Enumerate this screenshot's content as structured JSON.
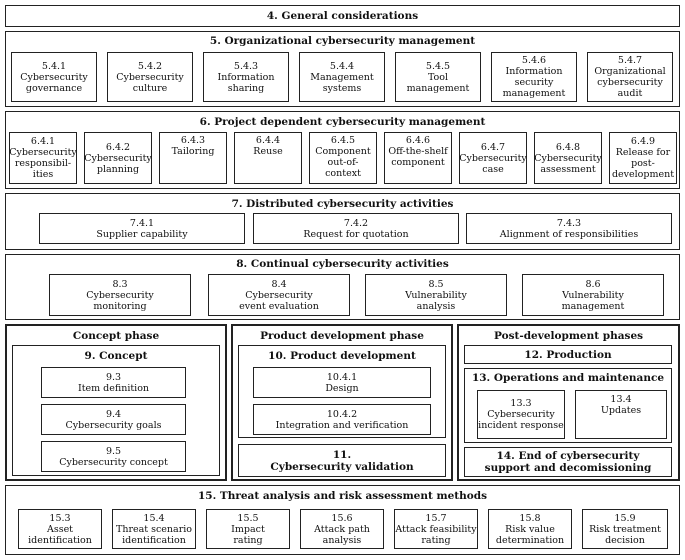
{
  "s4": {
    "title": "4. General considerations"
  },
  "s5": {
    "title": "5. Organizational cybersecurity management",
    "items": [
      {
        "num": "5.4.1",
        "label": "Cybersecurity\ngovernance"
      },
      {
        "num": "5.4.2",
        "label": "Cybersecurity\nculture"
      },
      {
        "num": "5.4.3",
        "label": "Information\nsharing"
      },
      {
        "num": "5.4.4",
        "label": "Management\nsystems"
      },
      {
        "num": "5.4.5",
        "label": "Tool\nmanagement"
      },
      {
        "num": "5.4.6",
        "label": "Information\nsecurity\nmanagement"
      },
      {
        "num": "5.4.7",
        "label": "Organizational\ncybersecurity\naudit"
      }
    ]
  },
  "s6": {
    "title": "6. Project dependent cybersecurity management",
    "items": [
      {
        "num": "6.4.1",
        "label": "Cybersecurity\nresponsibil-\nities"
      },
      {
        "num": "6.4.2",
        "label": "Cybersecurity\nplanning"
      },
      {
        "num": "6.4.3",
        "label": "Tailoring"
      },
      {
        "num": "6.4.4",
        "label": "Reuse"
      },
      {
        "num": "6.4.5",
        "label": "Component\nout-of-context"
      },
      {
        "num": "6.4.6",
        "label": "Off-the-shelf\ncomponent"
      },
      {
        "num": "6.4.7",
        "label": "Cybersecurity\ncase"
      },
      {
        "num": "6.4.8",
        "label": "Cybersecurity\nassessment"
      },
      {
        "num": "6.4.9",
        "label": "Release for\npost-\ndevelopment"
      }
    ]
  },
  "s7": {
    "title": "7. Distributed cybersecurity activities",
    "items": [
      {
        "num": "7.4.1",
        "label": "Supplier capability"
      },
      {
        "num": "7.4.2",
        "label": "Request for quotation"
      },
      {
        "num": "7.4.3",
        "label": "Alignment of responsibilities"
      }
    ]
  },
  "s8": {
    "title": "8. Continual cybersecurity activities",
    "items": [
      {
        "num": "8.3",
        "label": "Cybersecurity\nmonitoring"
      },
      {
        "num": "8.4",
        "label": "Cybersecurity\nevent evaluation"
      },
      {
        "num": "8.5",
        "label": "Vulnerability\nanalysis"
      },
      {
        "num": "8.6",
        "label": "Vulnerability\nmanagement"
      }
    ]
  },
  "concept_phase": {
    "title": "Concept phase",
    "s9": {
      "title": "9. Concept",
      "items": [
        {
          "num": "9.3",
          "label": "Item definition"
        },
        {
          "num": "9.4",
          "label": "Cybersecurity goals"
        },
        {
          "num": "9.5",
          "label": "Cybersecurity concept"
        }
      ]
    }
  },
  "product_phase": {
    "title": "Product development phase",
    "s10": {
      "title": "10. Product development",
      "items": [
        {
          "num": "10.4.1",
          "label": "Design"
        },
        {
          "num": "10.4.2",
          "label": "Integration and verification"
        }
      ]
    },
    "s11": {
      "num": "11.",
      "label": "Cybersecurity validation"
    }
  },
  "post_phase": {
    "title": "Post-development phases",
    "s12": {
      "title": "12. Production"
    },
    "s13": {
      "title": "13. Operations and maintenance",
      "items": [
        {
          "num": "13.3",
          "label": "Cybersecurity\nincident response"
        },
        {
          "num": "13.4",
          "label": "Updates"
        }
      ]
    },
    "s14": {
      "label": "14. End of cybersecurity\nsupport and decomissioning"
    }
  },
  "s15": {
    "title": "15. Threat analysis and risk assessment methods",
    "items": [
      {
        "num": "15.3",
        "label": "Asset\nidentification"
      },
      {
        "num": "15.4",
        "label": "Threat scenario\nidentification"
      },
      {
        "num": "15.5",
        "label": "Impact\nrating"
      },
      {
        "num": "15.6",
        "label": "Attack path\nanalysis"
      },
      {
        "num": "15.7",
        "label": "Attack feasibility\nrating"
      },
      {
        "num": "15.8",
        "label": "Risk value\ndetermination"
      },
      {
        "num": "15.9",
        "label": "Risk treatment\ndecision"
      }
    ]
  }
}
